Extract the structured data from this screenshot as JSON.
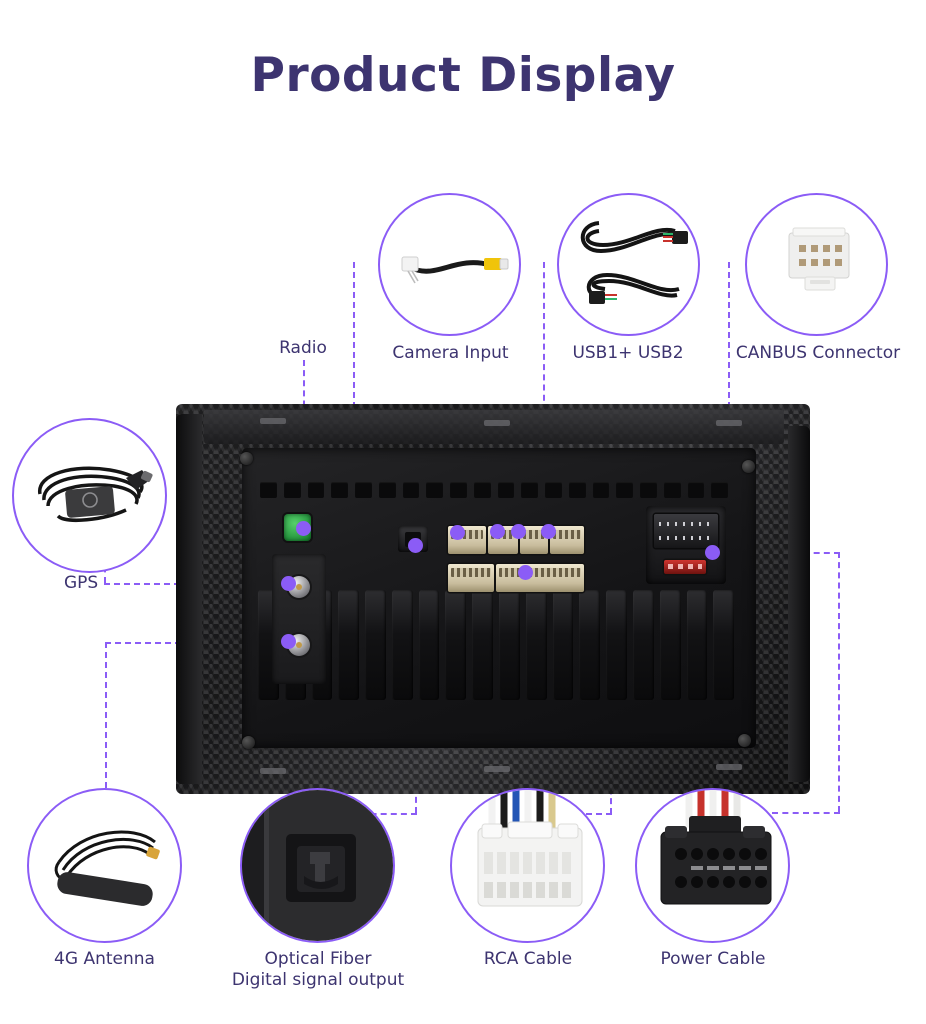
{
  "page": {
    "title": "Product Display",
    "accent_color": "#8b5cf6",
    "title_color": "#3d3470",
    "background": "#ffffff"
  },
  "callouts": [
    {
      "id": "camera-input",
      "label": "Camera Input",
      "icon": "camera-input-cable-icon",
      "position": "top",
      "connects_to": "camera-input-port"
    },
    {
      "id": "usb",
      "label": "USB1+ USB2",
      "icon": "usb-cables-icon",
      "position": "top",
      "connects_to": "usb-ports"
    },
    {
      "id": "canbus",
      "label": "CANBUS Connector",
      "icon": "canbus-white-connector-icon",
      "position": "top",
      "connects_to": "canbus-port"
    },
    {
      "id": "gps",
      "label": "GPS",
      "icon": "gps-antenna-icon",
      "position": "left",
      "connects_to": "gps-coax-port"
    },
    {
      "id": "4g-antenna",
      "label": "4G Antenna",
      "icon": "4g-antenna-icon",
      "position": "bottom",
      "connects_to": "4g-coax-port"
    },
    {
      "id": "optical-fiber",
      "label": "Optical Fiber\nDigital signal output",
      "icon": "optical-fiber-port-icon",
      "position": "bottom",
      "connects_to": "optical-port"
    },
    {
      "id": "rca-cable",
      "label": "RCA Cable",
      "icon": "rca-white-connector-icon",
      "position": "bottom",
      "connects_to": "rca-port"
    },
    {
      "id": "power-cable",
      "label": "Power Cable",
      "icon": "power-iso-connector-icon",
      "position": "bottom",
      "connects_to": "power-port"
    }
  ],
  "device_labels": [
    {
      "id": "radio",
      "label": "Radio",
      "connects_to": "radio-antenna-jack"
    }
  ],
  "device": {
    "name": "car-head-unit-rear",
    "ports": [
      {
        "id": "radio-antenna-jack",
        "name": "radio-antenna-jack",
        "color": "#2fa84a"
      },
      {
        "id": "gps-coax-port",
        "name": "gps-coax-port"
      },
      {
        "id": "4g-coax-port",
        "name": "4g-coax-port"
      },
      {
        "id": "optical-port",
        "name": "optical-fiber-port"
      },
      {
        "id": "usb-ports",
        "name": "usb-ports"
      },
      {
        "id": "camera-input-port",
        "name": "camera-input-port"
      },
      {
        "id": "rca-port",
        "name": "rca-port"
      },
      {
        "id": "canbus-port",
        "name": "canbus-port"
      },
      {
        "id": "power-port",
        "name": "power-port"
      },
      {
        "id": "fuse",
        "name": "fuse",
        "color": "#c0302b"
      }
    ]
  }
}
